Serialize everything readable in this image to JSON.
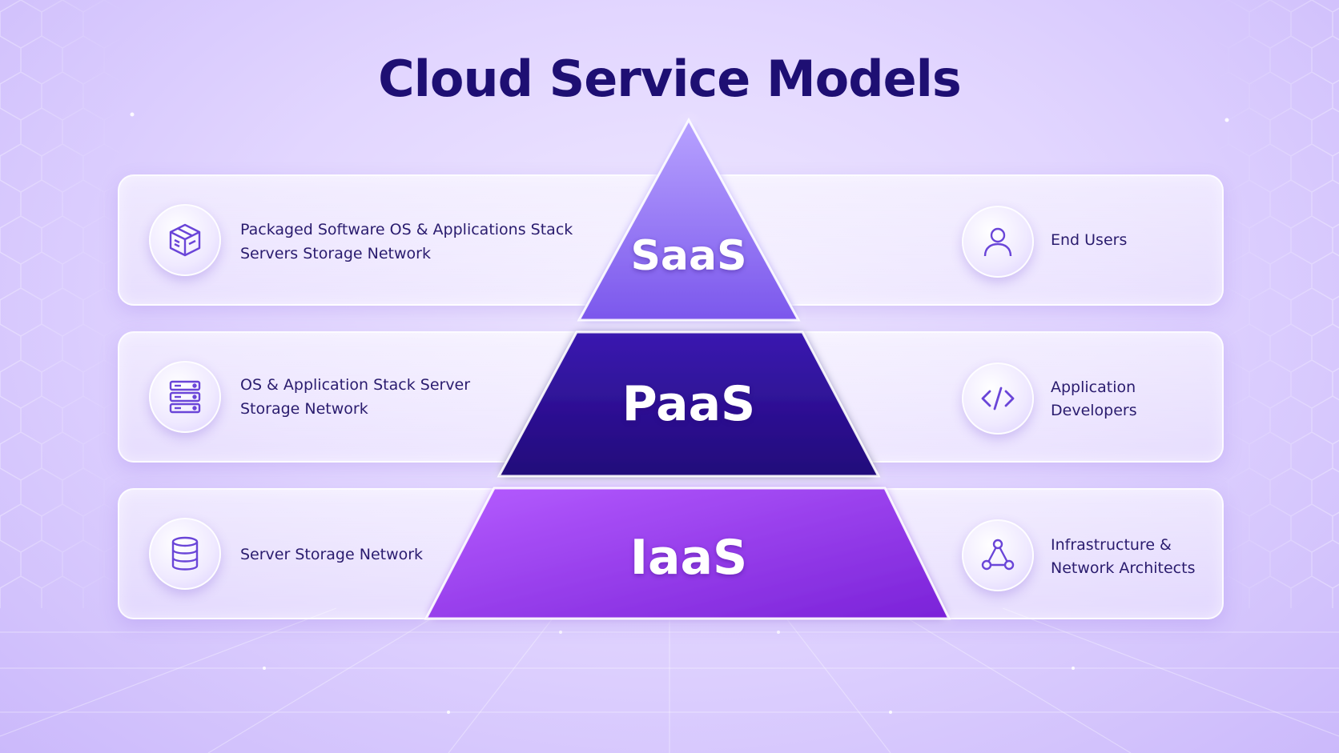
{
  "title": "Cloud Service Models",
  "tiers": [
    {
      "label": "SaaS",
      "left_icon": "package-box-icon",
      "left_lines": [
        "Packaged Software OS & Applications Stack",
        "Servers Storage Network"
      ],
      "right_icon": "user-icon",
      "right_lines": [
        "End Users"
      ],
      "color": "#8a6cf0"
    },
    {
      "label": "PaaS",
      "left_icon": "server-rack-icon",
      "left_lines": [
        "OS & Application Stack Server",
        "Storage Network"
      ],
      "right_icon": "code-brackets-icon",
      "right_lines": [
        "Application",
        "Developers"
      ],
      "color": "#33129c"
    },
    {
      "label": "IaaS",
      "left_icon": "database-icon",
      "left_lines": [
        "Server Storage Network"
      ],
      "right_icon": "network-nodes-icon",
      "right_lines": [
        "Infrastructure &",
        "Network Architects"
      ],
      "color": "#9b3ff0"
    }
  ],
  "colors": {
    "title": "#1e0f73",
    "icon_stroke": "#6a45d8",
    "text": "#2a1c6e"
  }
}
